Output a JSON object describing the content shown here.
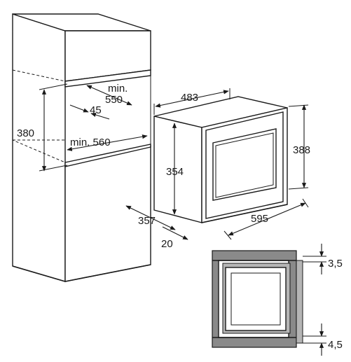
{
  "dimensions": {
    "cabinet_depth_min": "min.\n550",
    "cabinet_gap": "45",
    "cabinet_width_min": "min. 560",
    "cabinet_height": "380",
    "oven_width_top": "483",
    "oven_height_inner": "354",
    "oven_height": "388",
    "oven_depth": "357",
    "oven_width": "595",
    "door_offset": "20",
    "top_gap": "3,5",
    "bottom_gap": "4,5"
  }
}
